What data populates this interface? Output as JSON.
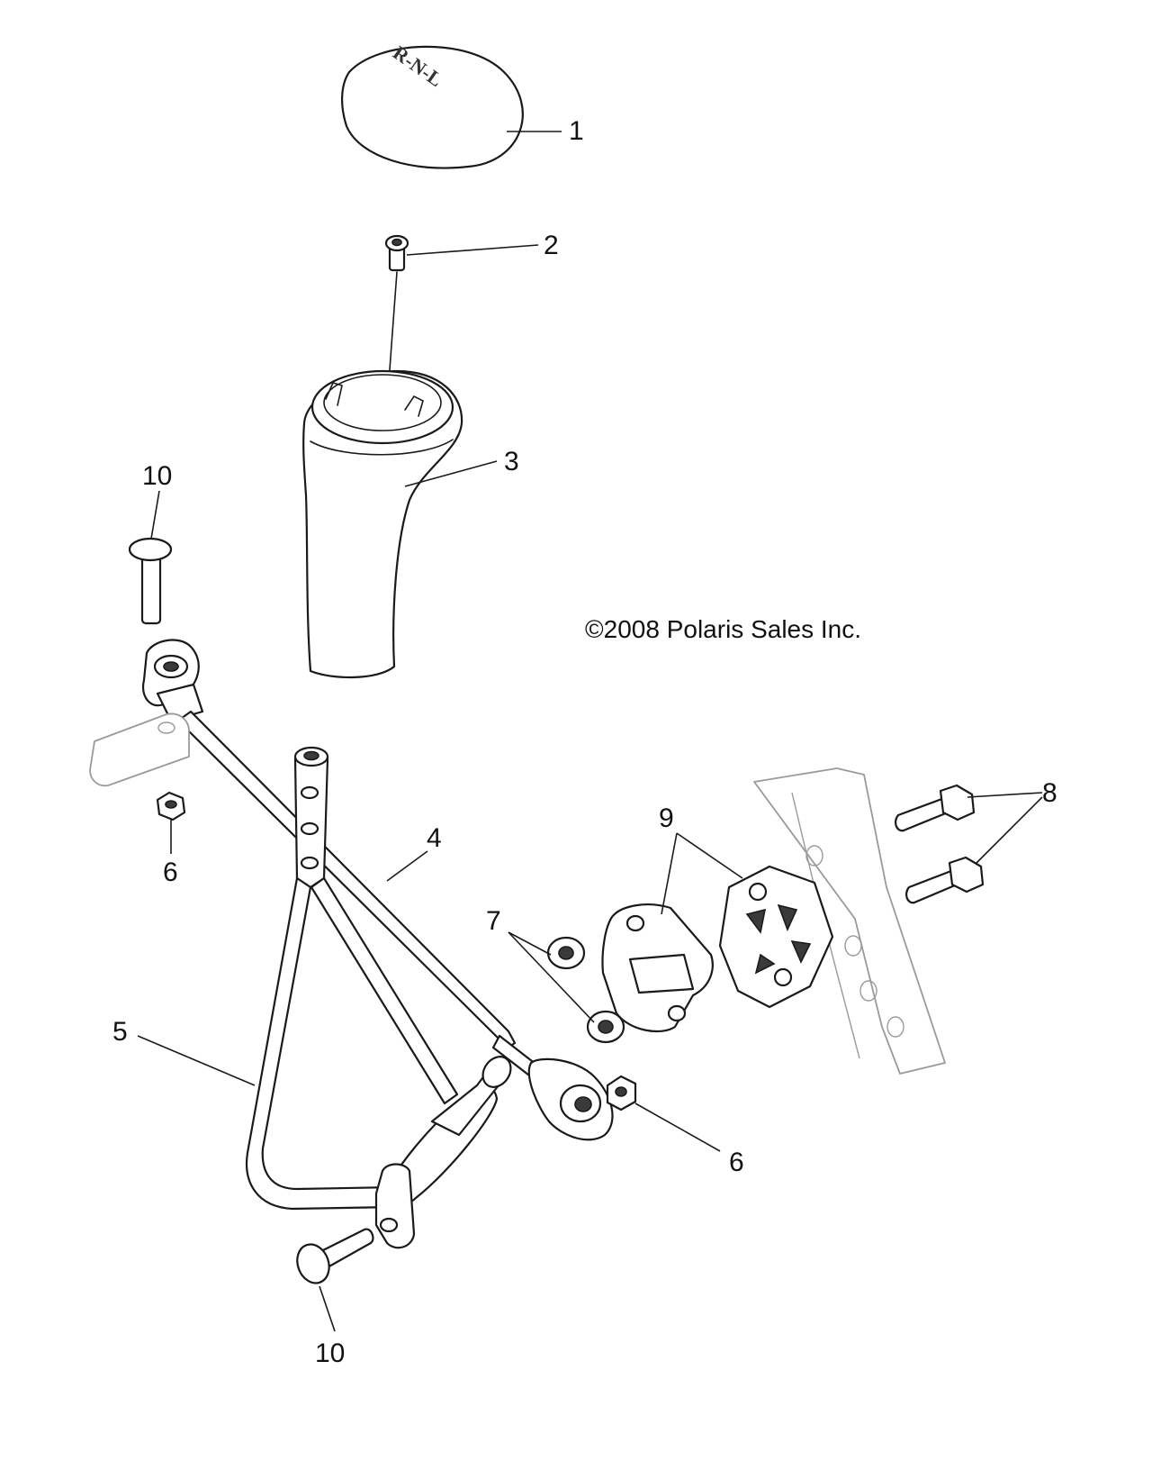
{
  "copyright": "©2008 Polaris Sales Inc.",
  "knob_marking": "R-N-L",
  "callouts": [
    {
      "id": "1",
      "label": "1"
    },
    {
      "id": "2",
      "label": "2"
    },
    {
      "id": "3",
      "label": "3"
    },
    {
      "id": "4",
      "label": "4"
    },
    {
      "id": "5",
      "label": "5"
    },
    {
      "id": "6a",
      "label": "6"
    },
    {
      "id": "6b",
      "label": "6"
    },
    {
      "id": "7",
      "label": "7"
    },
    {
      "id": "8",
      "label": "8"
    },
    {
      "id": "9",
      "label": "9"
    },
    {
      "id": "10a",
      "label": "10"
    },
    {
      "id": "10b",
      "label": "10"
    }
  ]
}
